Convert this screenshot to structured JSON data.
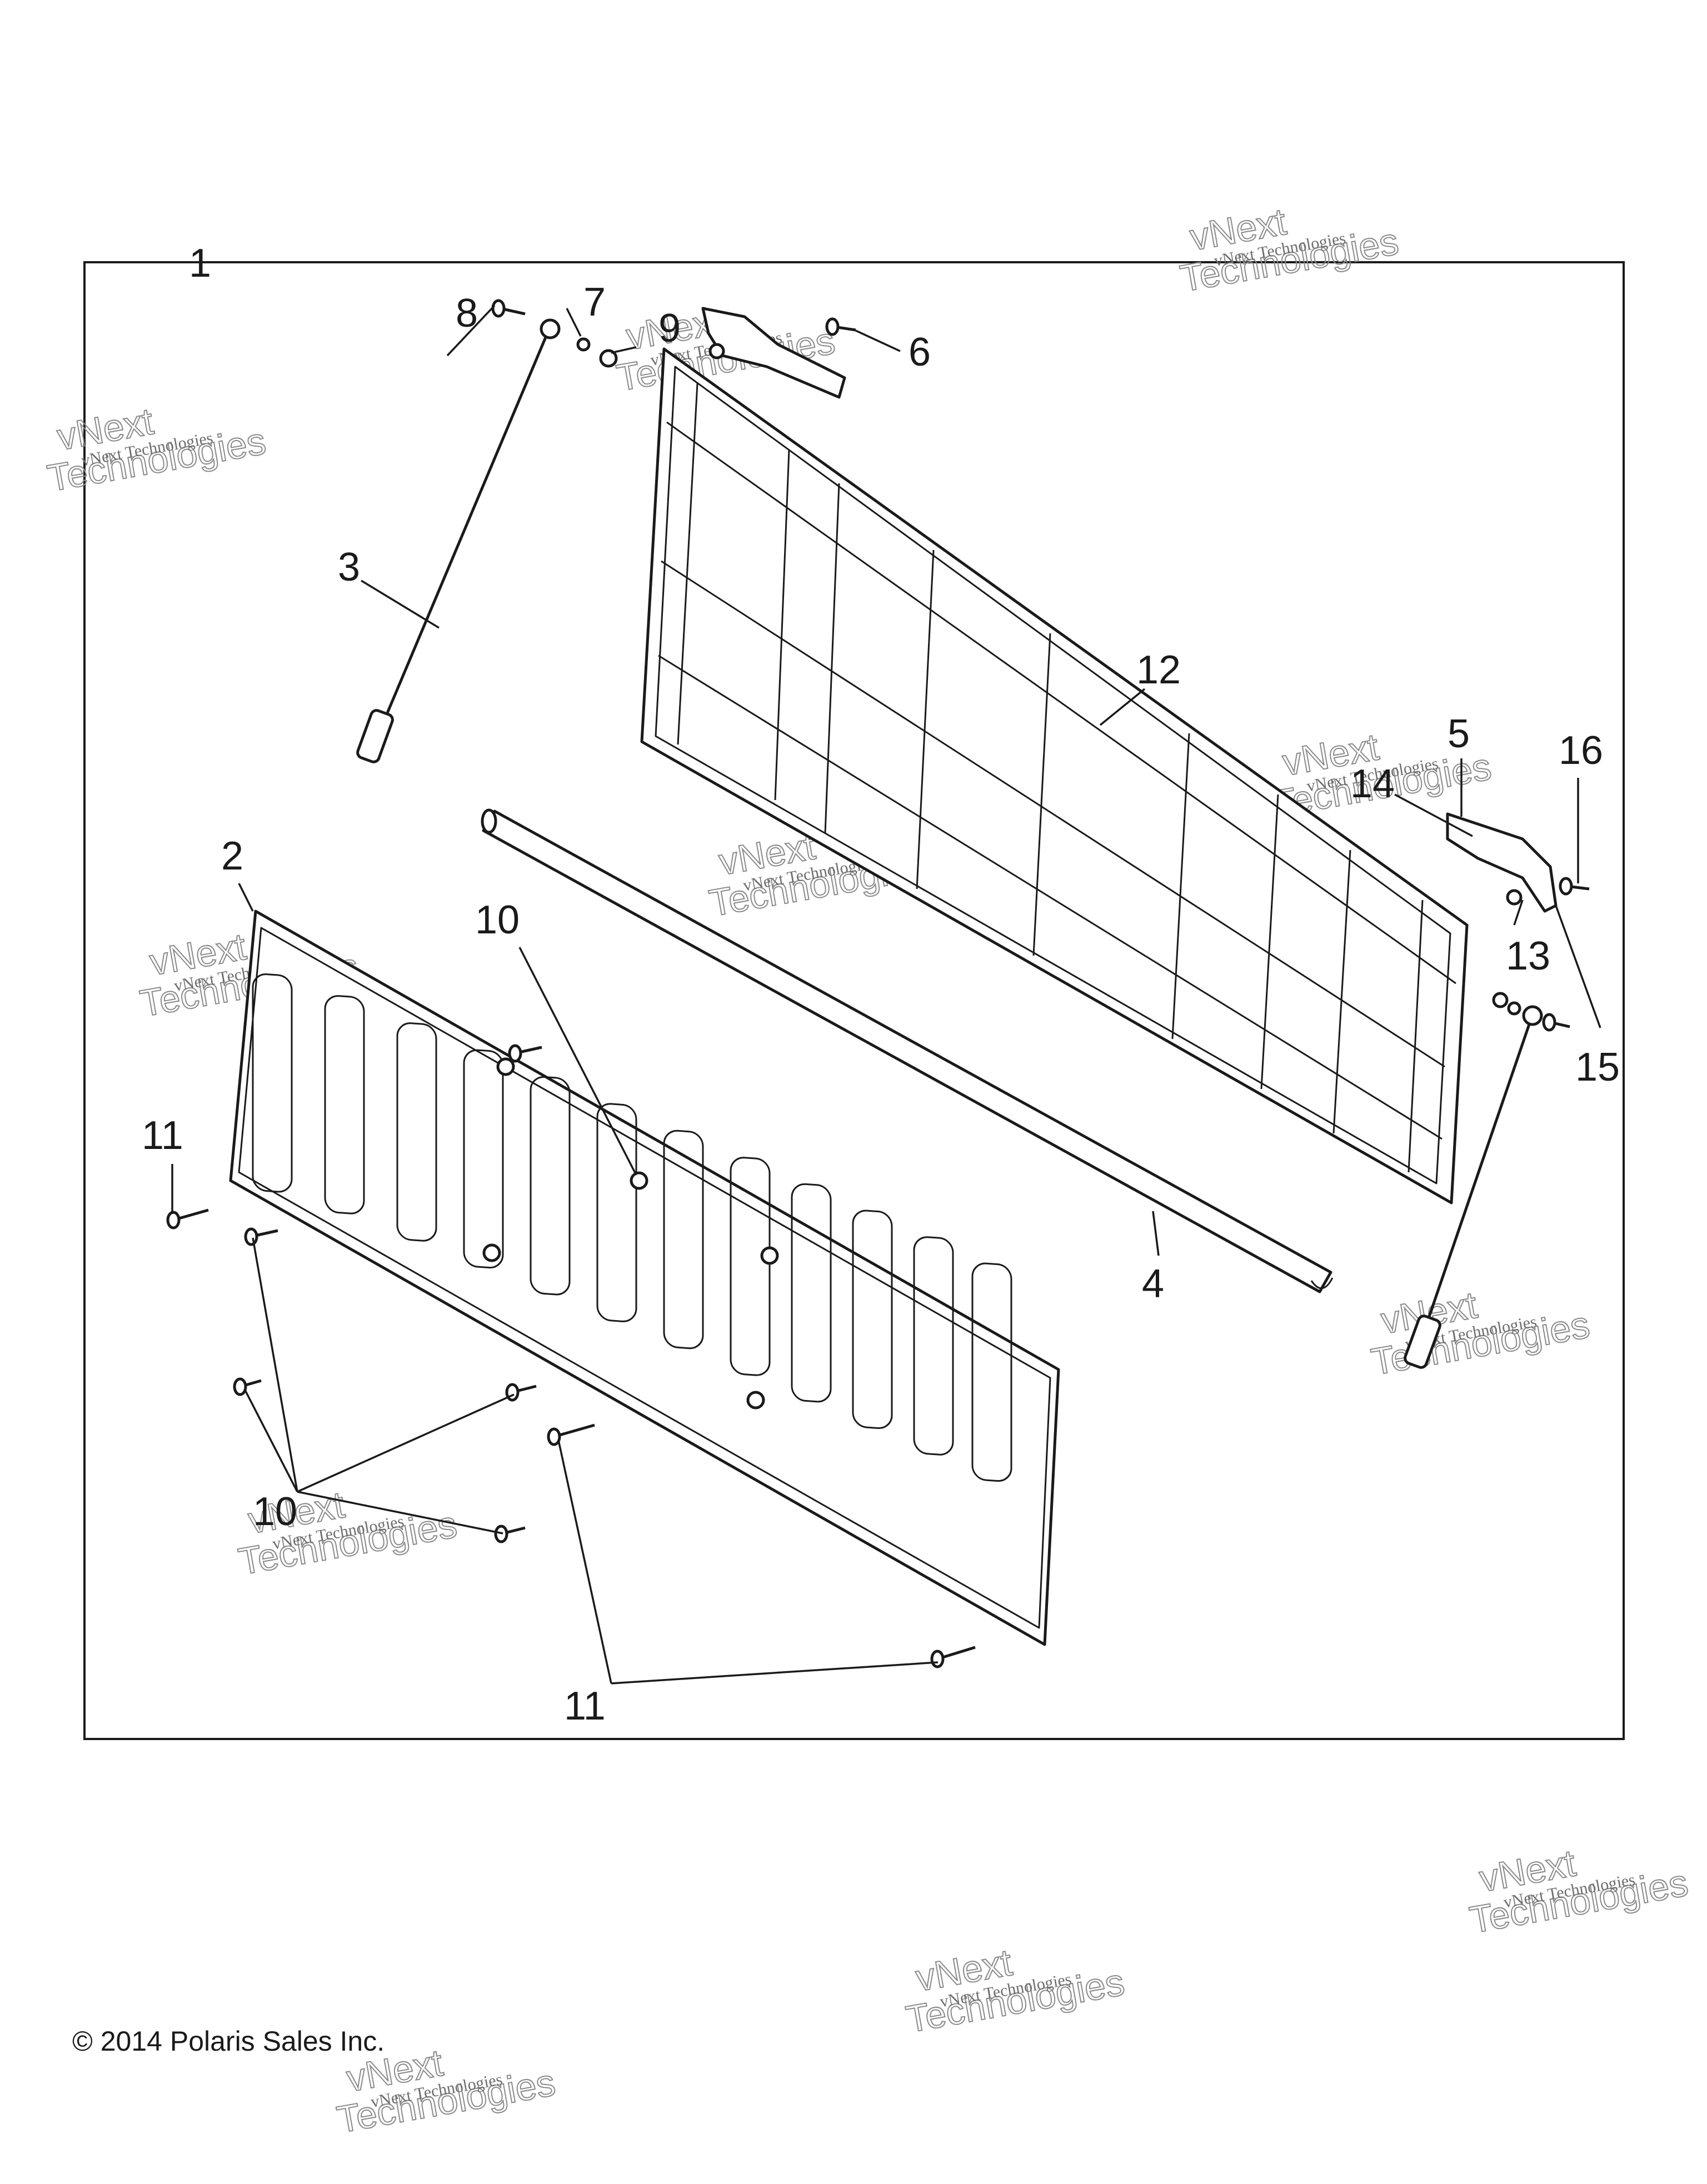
{
  "callouts": {
    "c1": "1",
    "c2": "2",
    "c3": "3",
    "c4": "4",
    "c5": "5",
    "c6": "6",
    "c7": "7",
    "c8": "8",
    "c9": "9",
    "c10a": "10",
    "c10b": "10",
    "c11a": "11",
    "c11b": "11",
    "c12": "12",
    "c13": "13",
    "c14": "14",
    "c15": "15",
    "c16": "16"
  },
  "watermark": {
    "line1": "vNext Technologies",
    "line2": "vNext",
    "line3": "Technologies"
  },
  "footer": {
    "copyright": "© 2014 Polaris Sales Inc."
  }
}
